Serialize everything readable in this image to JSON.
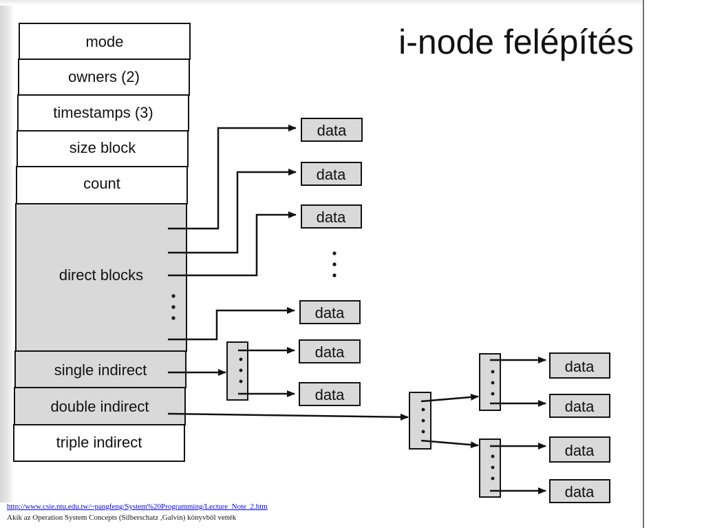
{
  "title": "i-node felépítés",
  "inode_fields": {
    "mode": "mode",
    "owners": "owners (2)",
    "timestamps": "timestamps (3)",
    "size_block": "size block",
    "count": "count",
    "direct_blocks": "direct blocks",
    "single_indirect": "single indirect",
    "double_indirect": "double indirect",
    "triple_indirect": "triple indirect"
  },
  "data_label": "data",
  "footer": {
    "url": "http://www.csie.ntu.edu.tw/~pangfeng/System%20Programming/Lecture_Note_2.htm",
    "credit": "Akik az  Operation System Concepts (Silberschatz ,Galvin) könyvből vették"
  },
  "colors": {
    "shaded": "#d9d9d9",
    "line": "#111111",
    "link": "#0000ee"
  }
}
